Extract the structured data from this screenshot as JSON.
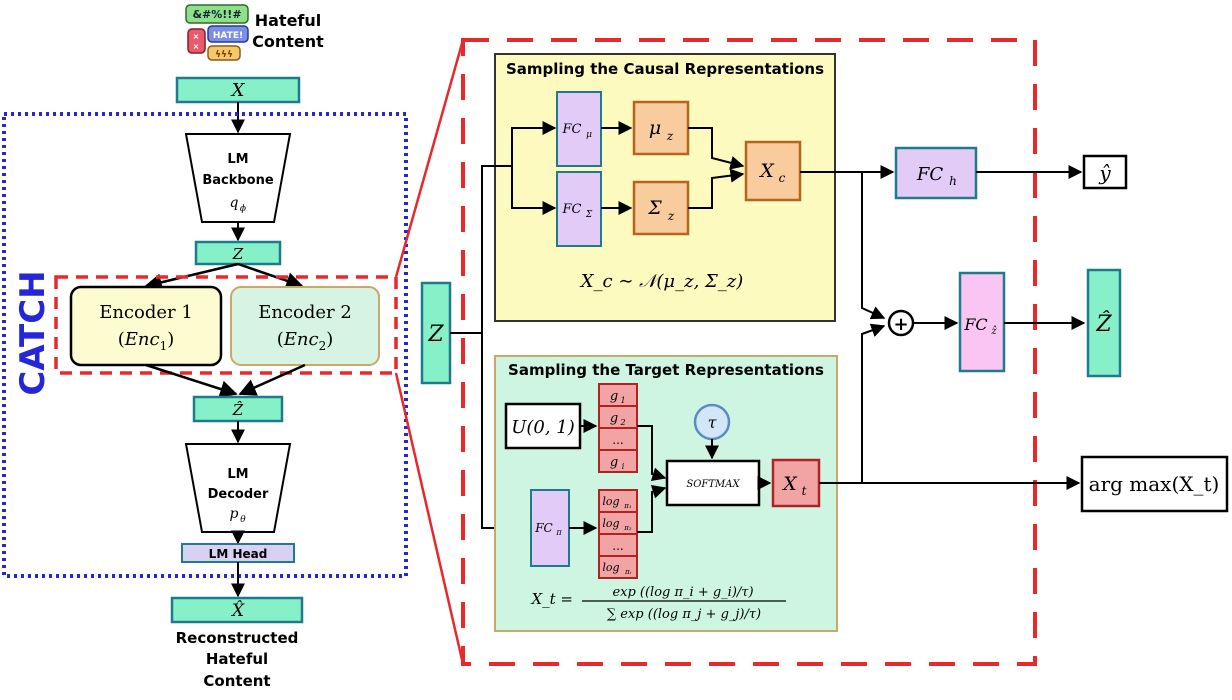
{
  "hateful_content": {
    "label_line1": "Hateful",
    "label_line2": "Content",
    "bubble_symbols": "&#%!!#",
    "bubble_hate": "HATE!",
    "bubble_lightning": "ϟϟϟ"
  },
  "left": {
    "x_input": "X",
    "lm_backbone": {
      "line1": "LM",
      "line2": "Backbone",
      "symbol": "q",
      "subscript": "ϕ"
    },
    "z": "Z",
    "catch_label": "CATCH",
    "encoder1": {
      "line1": "Encoder 1",
      "line2_open": "(",
      "line2_main": "Enc",
      "line2_sub": "1",
      "line2_close": ")"
    },
    "encoder2": {
      "line1": "Encoder 2",
      "line2_open": "(",
      "line2_main": "Enc",
      "line2_sub": "2",
      "line2_close": ")"
    },
    "z_hat": "Ẑ",
    "lm_decoder": {
      "line1": "LM",
      "line2": "Decoder",
      "symbol": "p",
      "subscript": "θ"
    },
    "lm_head": "LM Head",
    "x_hat": "X̂",
    "reconstructed": {
      "line1": "Reconstructed",
      "line2": "Hateful",
      "line3": "Content"
    }
  },
  "right": {
    "z_input": "Z",
    "causal_panel": {
      "title": "Sampling the Causal Representations",
      "fc_mu": {
        "main": "FC",
        "sub": "μ"
      },
      "fc_sigma": {
        "main": "FC",
        "sub": "Σ"
      },
      "mu_z": {
        "main": "μ",
        "sub": "z"
      },
      "sigma_z": {
        "main": "Σ",
        "sub": "z"
      },
      "xc": {
        "main": "X",
        "sub": "c"
      },
      "formula": "X_c ∼ 𝒩(μ_z, Σ_z)"
    },
    "target_panel": {
      "title": "Sampling the Target Representations",
      "uniform": "U(0, 1)",
      "g_cells": [
        {
          "main": "g",
          "sub": "1"
        },
        {
          "main": "g",
          "sub": "2"
        },
        {
          "main": "...",
          "sub": ""
        },
        {
          "main": "g",
          "sub": "i"
        }
      ],
      "log_cells": [
        {
          "main": "log",
          "sub": "π₁"
        },
        {
          "main": "log",
          "sub": "π₂"
        },
        {
          "main": "...",
          "sub": ""
        },
        {
          "main": "log",
          "sub": "πᵢ"
        }
      ],
      "fc_pi": {
        "main": "FC",
        "sub": "π"
      },
      "tau": "τ",
      "softmax": "SOFTMAX",
      "xt": {
        "main": "X",
        "sub": "t"
      },
      "formula_lhs": "X_t =",
      "formula_num": "exp ((log π_i + g_i)/τ)",
      "formula_den": "∑ exp ((log π_j + g_j)/τ)"
    },
    "fc_h": {
      "main": "FC",
      "sub": "h"
    },
    "y_hat": "ŷ",
    "plus": "+",
    "fc_zhat": {
      "main": "FC",
      "sub": "ẑ"
    },
    "z_hat_out": "Ẑ",
    "argmax": "arg max(X_t)"
  },
  "colors": {
    "teal_fill": "#86f0c8",
    "teal_stroke": "#1f7a8c",
    "purple_fill": "#e2ccf7",
    "orange_fill": "#f9cc9e",
    "orange_stroke": "#b5651d",
    "red_fill": "#f2a3a3",
    "red_stroke": "#b22222",
    "pink_fill": "#f9c6f3",
    "yellow_panel": "#fdfabf",
    "green_panel": "#cdf5e2",
    "blue_dotted": "#2626d9",
    "red_dashed": "#e8282b",
    "encoder1_fill": "#fdfbd0",
    "encoder2_fill": "#d6f3e4",
    "tau_fill": "#d3e6f8",
    "tau_stroke": "#5b8bc4",
    "lm_head_fill": "#d7d2f4"
  }
}
